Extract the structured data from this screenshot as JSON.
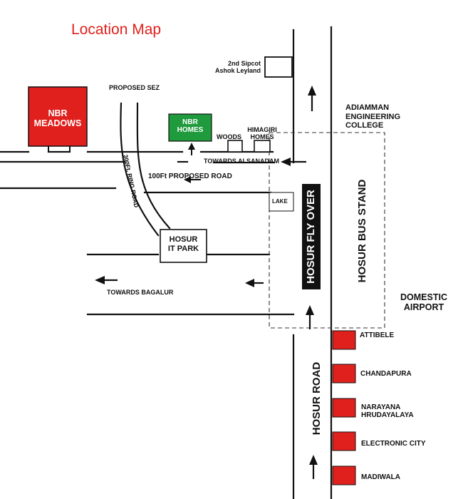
{
  "title": "Location Map",
  "colors": {
    "marker_red": "#e0201c",
    "marker_green": "#1f9a3d",
    "road": "#111111",
    "title": "#e0201c"
  },
  "labels": {
    "sipcot": [
      "2nd Sipcot",
      "Ashok Leyland"
    ],
    "proposed_sez": "PROPOSED SEZ",
    "nbr_meadows": [
      "NBR",
      "MEADOWS"
    ],
    "nbr_homes": [
      "NBR",
      "HOMES"
    ],
    "woods": "WOODS",
    "himagiri": [
      "HIMAGIRI",
      "HOMES"
    ],
    "adiamman": [
      "ADIAMMAN",
      "ENGINEERING",
      "COLLEGE"
    ],
    "towards_alsanadam": "TOWARDS ALSANADAM",
    "road_100ft": "100Ft PROPOSED ROAD",
    "ring_road": "300Ft. RING ROAD",
    "lake": "LAKE",
    "hosur_it_park": [
      "HOSUR",
      "IT PARK"
    ],
    "hosur_fly_over": "HOSUR FLY OVER",
    "hosur_bus_stand": "HOSUR BUS STAND",
    "towards_bagalur": "TOWARDS BAGALUR",
    "domestic_airport": [
      "DOMESTIC",
      "AIRPORT"
    ],
    "hosur_road": "HOSUR ROAD"
  },
  "destinations": [
    "ATTIBELE",
    "CHANDAPURA",
    "NARAYANA HRUDAYALAYA",
    "ELECTRONIC CITY",
    "MADIWALA"
  ],
  "destination_lines": [
    [
      "ATTIBELE"
    ],
    [
      "CHANDAPURA"
    ],
    [
      "NARAYANA",
      "HRUDAYALAYA"
    ],
    [
      "ELECTRONIC CITY"
    ],
    [
      "MADIWALA"
    ]
  ],
  "icons": {
    "arrow_up": "arrow-up-icon",
    "arrow_left": "arrow-left-icon"
  }
}
